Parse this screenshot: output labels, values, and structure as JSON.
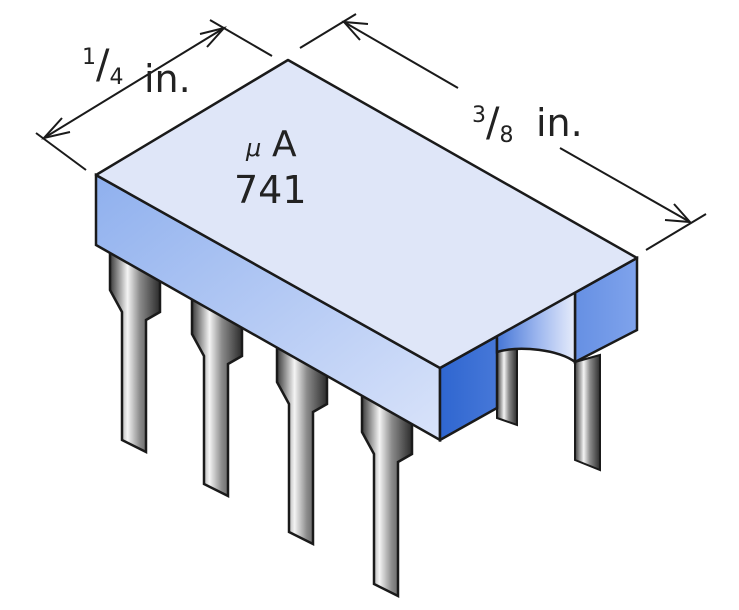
{
  "chip": {
    "marking": {
      "line1_symbol": "μ",
      "line1_letter": "A",
      "line2": "741"
    }
  },
  "dimensions": {
    "width": {
      "numerator": "1",
      "denominator": "4",
      "unit": "in."
    },
    "length": {
      "numerator": "3",
      "denominator": "8",
      "unit": "in."
    }
  },
  "colors": {
    "top_face": "#dfe6f8",
    "side_face_light": "#b9c9f0",
    "side_face_dark": "#4a78d6",
    "outline": "#1a1a1a",
    "pin_metal": "#9a9a9a"
  }
}
